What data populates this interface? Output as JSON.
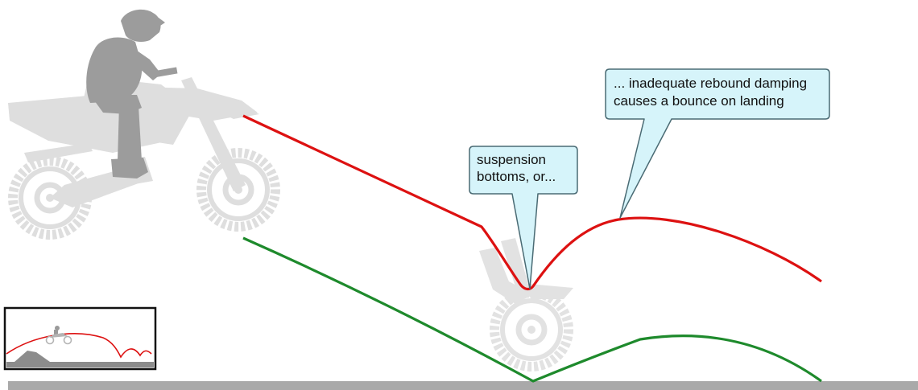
{
  "callouts": {
    "bottoms": {
      "lines": [
        "suspension",
        "bottoms, or..."
      ]
    },
    "rebound": {
      "lines": [
        "... inadequate rebound damping",
        "causes a bounce on landing"
      ]
    }
  },
  "colors": {
    "rebound_curve": "#dd1111",
    "ideal_curve": "#1e8a2c",
    "ground": "#a9a9a9",
    "bike": "#dedede",
    "rider": "#9c9c9c",
    "callout_fill": "#d6f4fa",
    "callout_stroke": "#4a6b74"
  },
  "icons": {
    "rider_bike": "motocross-rider-icon",
    "landing_wheel": "landing-wheel-icon",
    "thumbnail": "jump-overview-thumbnail"
  }
}
